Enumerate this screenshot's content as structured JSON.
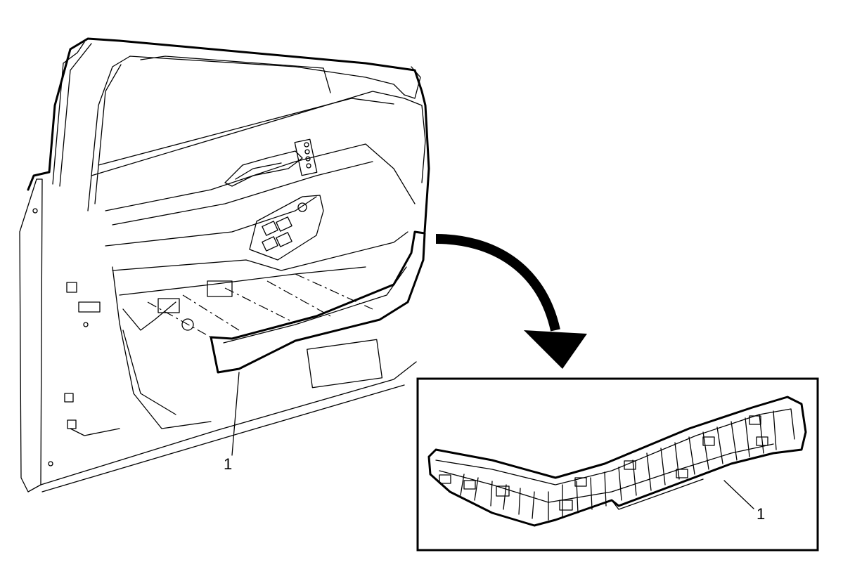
{
  "callouts": {
    "door_trim": "1",
    "inset_trim": "1"
  },
  "icons": [
    "door-panel-illustration",
    "arrow-icon",
    "inset-trim-illustration"
  ],
  "colors": {
    "line": "#000000",
    "background": "#ffffff"
  }
}
